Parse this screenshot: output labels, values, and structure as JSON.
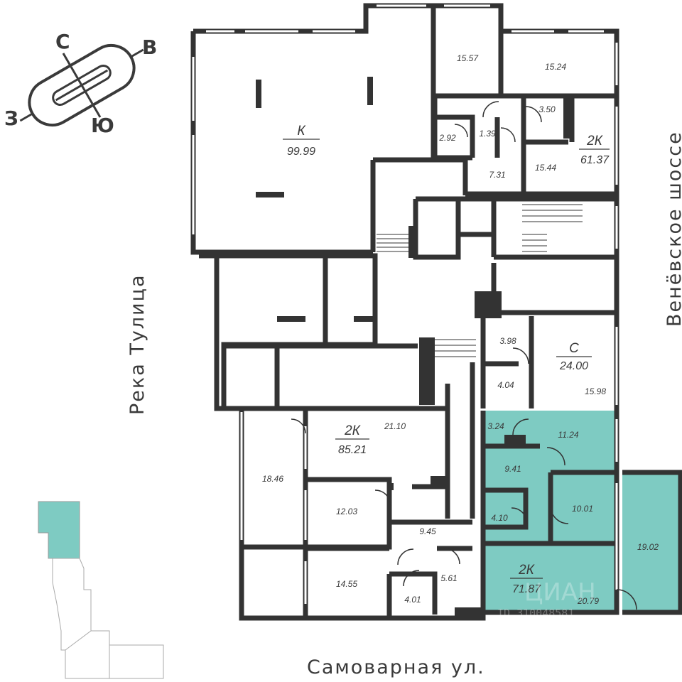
{
  "compass": {
    "north": "С",
    "east": "В",
    "south": "Ю",
    "west": "З"
  },
  "streets": {
    "left": "Река Тулица",
    "right": "Венёвское шоссе",
    "bottom": "Самоварная ул."
  },
  "colors": {
    "wall": "#333333",
    "highlight": "#7ecbc2",
    "text": "#3a3a3a"
  },
  "apartments": {
    "k": {
      "code": "К",
      "total": "99.99"
    },
    "apt2k_top": {
      "code": "2К",
      "total": "61.37"
    },
    "studio": {
      "code": "С",
      "total": "24.00"
    },
    "apt2k_mid": {
      "code": "2К",
      "total": "85.21"
    },
    "apt2k_hl": {
      "code": "2К",
      "total": "71.87"
    }
  },
  "rooms": {
    "r1557": "15.57",
    "r1524": "15.24",
    "r350": "3.50",
    "r292": "2.92",
    "r139": "1.39",
    "r731": "7.31",
    "r1544": "15.44",
    "r398": "3.98",
    "r404": "4.04",
    "r1598": "15.98",
    "r324": "3.24",
    "r1124": "11.24",
    "r941": "9.41",
    "r1001": "10.01",
    "r410": "4.10",
    "r1902": "19.02",
    "r2079": "20.79",
    "r2110": "21.10",
    "r1846": "18.46",
    "r1203": "12.03",
    "r945": "9.45",
    "r561": "5.61",
    "r1455": "14.55",
    "r401": "4.01"
  },
  "watermark": {
    "brand": "ЦИАН",
    "id": "ID 310048581"
  }
}
